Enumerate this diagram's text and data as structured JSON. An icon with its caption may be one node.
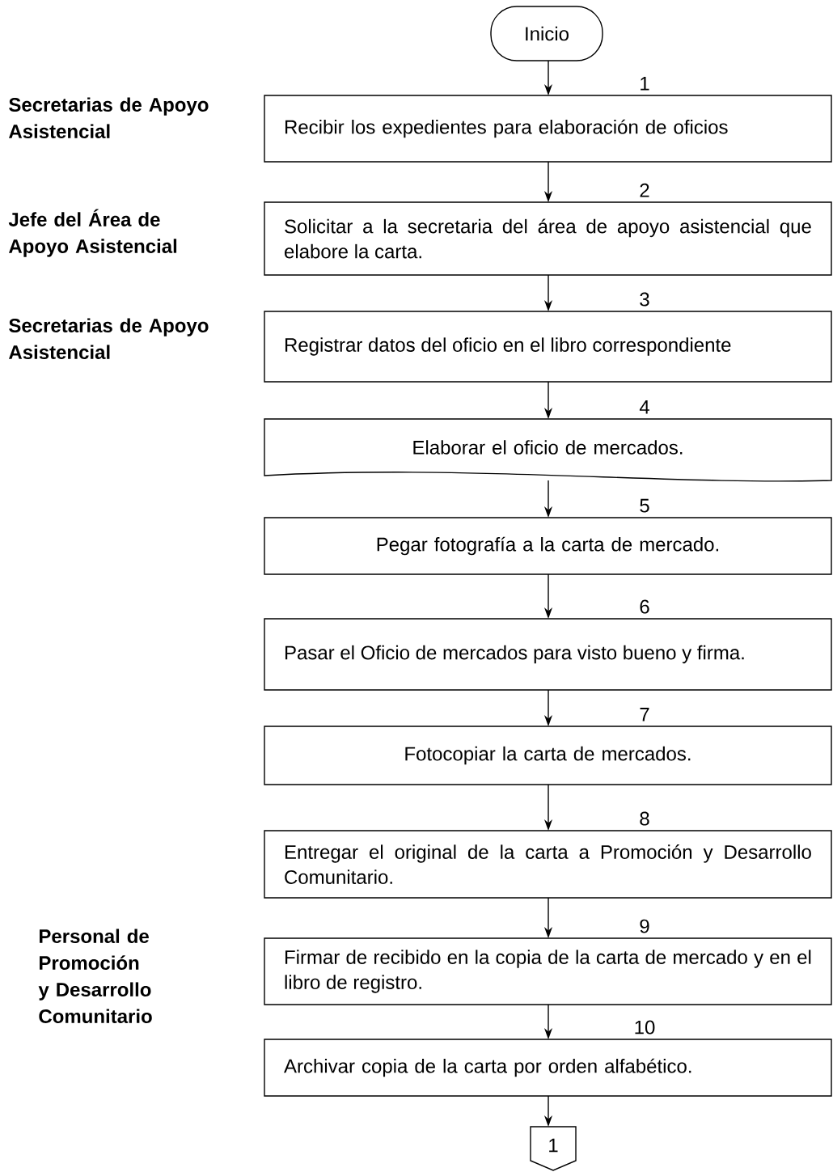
{
  "diagram": {
    "nodes": [
      {
        "text": [
          "Inicio"
        ]
      },
      {
        "text": [
          "Recibir los expedientes para elaboración de oficios"
        ],
        "beside": [
          "1"
        ]
      },
      {
        "text": [
          "Solicitar a la secretaria del área de apoyo asistencial que elabore la carta."
        ],
        "beside": [
          "2"
        ]
      },
      {
        "text": [
          "Registrar datos del oficio en el libro correspondiente"
        ],
        "beside": [
          "3"
        ]
      },
      {
        "text": [
          "Elaborar el oficio de mercados."
        ],
        "beside": [
          "4"
        ]
      },
      {
        "text": [
          "Pegar fotografía a la carta de mercado."
        ],
        "beside": [
          "5"
        ]
      },
      {
        "text": [
          "Pasar el Oficio de mercados para visto bueno y firma."
        ],
        "beside": [
          "6"
        ]
      },
      {
        "text": [
          "Fotocopiar la carta de mercados."
        ],
        "beside": [
          "7"
        ]
      },
      {
        "text": [
          "Entregar el original de la carta a Promoción y Desarrollo Comunitario."
        ],
        "beside": [
          "8"
        ]
      },
      {
        "text": [
          "Firmar de recibido en la copia de la carta de mercado y en el libro de registro."
        ],
        "beside": [
          "9"
        ]
      },
      {
        "text": [
          "Archivar copia de la carta por orden alfabético."
        ],
        "beside": [
          "10"
        ]
      },
      {
        "text": [
          "1"
        ]
      }
    ],
    "edges": [
      {
        "from": 0,
        "to": 1,
        "arrow": "to"
      },
      {
        "from": 1,
        "to": 2,
        "arrow": "to"
      },
      {
        "from": 2,
        "to": 3,
        "arrow": "to"
      },
      {
        "from": 3,
        "to": 4,
        "arrow": "to"
      },
      {
        "from": 4,
        "to": 5,
        "arrow": "to"
      },
      {
        "from": 5,
        "to": 6,
        "arrow": "to"
      },
      {
        "from": 6,
        "to": 7,
        "arrow": "to"
      },
      {
        "from": 7,
        "to": 8,
        "arrow": "to"
      },
      {
        "from": 8,
        "to": 9,
        "arrow": "to"
      },
      {
        "from": 9,
        "to": 10,
        "arrow": "to"
      },
      {
        "from": 10,
        "to": 11,
        "arrow": "to"
      }
    ],
    "labels": [
      "Secretarias de Apoyo Asistencial",
      "Jefe del Área de Apoyo Asistencial",
      "Secretarias de Apoyo Asistencial",
      "Personal de Promoción y Desarrollo Comunitario"
    ]
  }
}
